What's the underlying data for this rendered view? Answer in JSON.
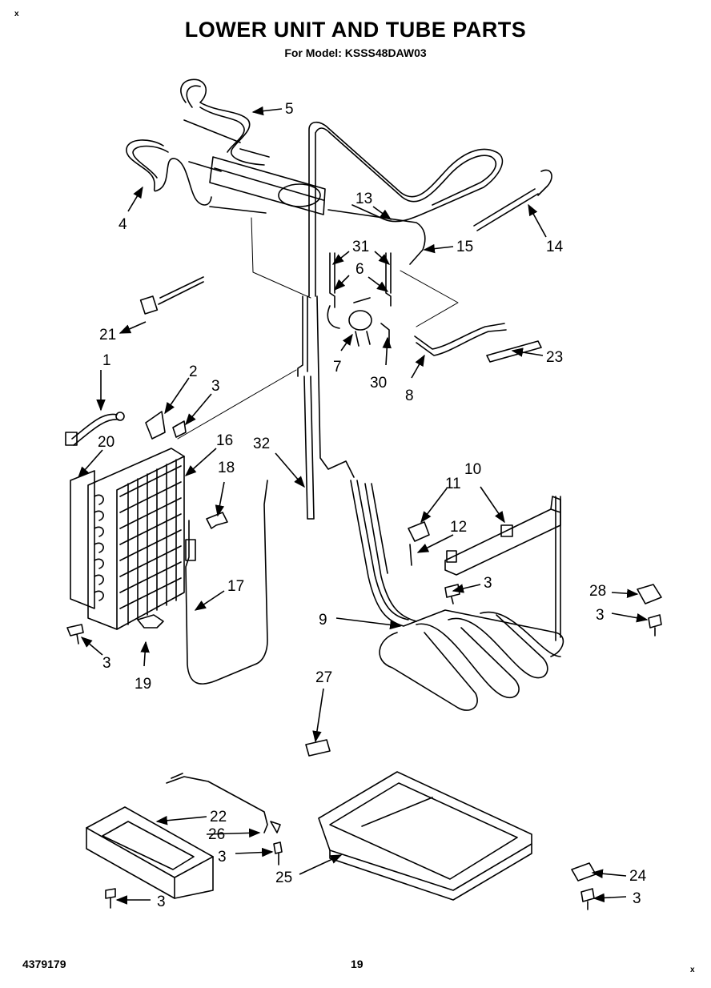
{
  "header": {
    "title": "LOWER UNIT AND TUBE PARTS",
    "subtitle": "For Model: KSSS48DAW03"
  },
  "footer": {
    "doc_number": "4379179",
    "page_number": "19"
  },
  "corner_marks": [
    "x",
    "x"
  ],
  "callouts": [
    {
      "id": "c1",
      "label": "1"
    },
    {
      "id": "c2",
      "label": "2"
    },
    {
      "id": "c3a",
      "label": "3"
    },
    {
      "id": "c3b",
      "label": "3"
    },
    {
      "id": "c3c",
      "label": "3"
    },
    {
      "id": "c3d",
      "label": "3"
    },
    {
      "id": "c3e",
      "label": "3"
    },
    {
      "id": "c3f",
      "label": "3"
    },
    {
      "id": "c3g",
      "label": "3"
    },
    {
      "id": "c4",
      "label": "4"
    },
    {
      "id": "c5",
      "label": "5"
    },
    {
      "id": "c6",
      "label": "6"
    },
    {
      "id": "c7",
      "label": "7"
    },
    {
      "id": "c8",
      "label": "8"
    },
    {
      "id": "c9",
      "label": "9"
    },
    {
      "id": "c10",
      "label": "10"
    },
    {
      "id": "c11",
      "label": "11"
    },
    {
      "id": "c12",
      "label": "12"
    },
    {
      "id": "c13",
      "label": "13"
    },
    {
      "id": "c14",
      "label": "14"
    },
    {
      "id": "c15",
      "label": "15"
    },
    {
      "id": "c16",
      "label": "16"
    },
    {
      "id": "c17",
      "label": "17"
    },
    {
      "id": "c18",
      "label": "18"
    },
    {
      "id": "c19",
      "label": "19"
    },
    {
      "id": "c20",
      "label": "20"
    },
    {
      "id": "c21",
      "label": "21"
    },
    {
      "id": "c22",
      "label": "22"
    },
    {
      "id": "c23",
      "label": "23"
    },
    {
      "id": "c24",
      "label": "24"
    },
    {
      "id": "c25",
      "label": "25"
    },
    {
      "id": "c26",
      "label": "26"
    },
    {
      "id": "c27",
      "label": "27"
    },
    {
      "id": "c28",
      "label": "28"
    },
    {
      "id": "c30",
      "label": "30"
    },
    {
      "id": "c31",
      "label": "31"
    },
    {
      "id": "c32",
      "label": "32"
    }
  ]
}
